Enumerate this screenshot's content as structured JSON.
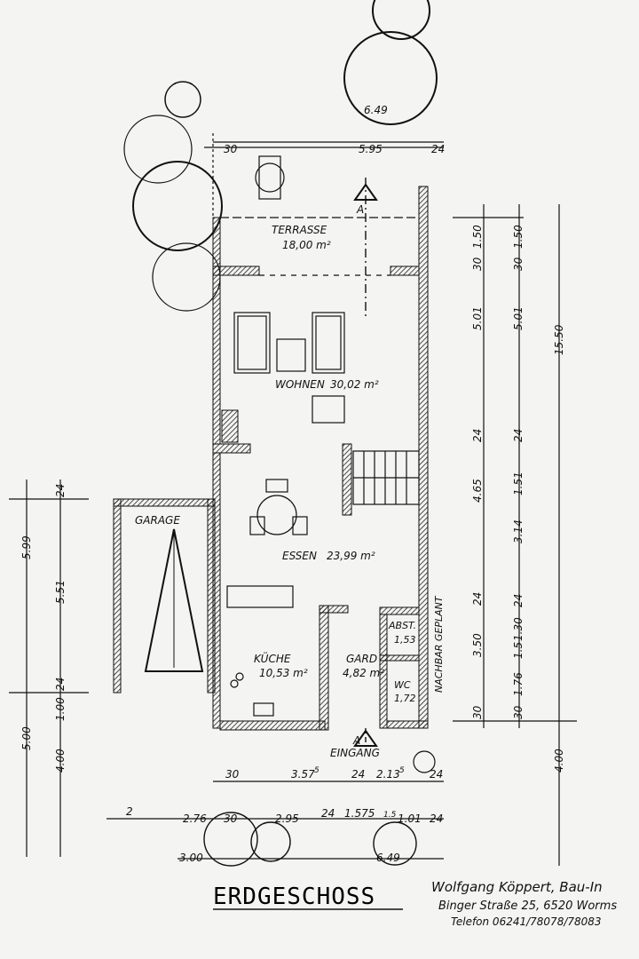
{
  "title": "ERDGESCHOSS",
  "architect": {
    "name": "Wolfgang Köppert, Bau-In",
    "address": "Binger Straße 25, 6520 Worms",
    "phone": "Telefon 06241/78078/78083"
  },
  "rooms": {
    "terrasse": {
      "name": "TERRASSE",
      "area": "18,00 m²"
    },
    "wohnen": {
      "name": "WOHNEN",
      "area": "30,02 m²"
    },
    "essen": {
      "name": "ESSEN",
      "area": "23,99 m²"
    },
    "kueche": {
      "name": "KÜCHE",
      "area": "10,53 m²"
    },
    "gard": {
      "name": "GARD",
      "area": "4,82 m²"
    },
    "abst": {
      "name": "ABST.",
      "area": "1,53"
    },
    "wc": {
      "name": "WC",
      "area": "1,72"
    },
    "garage": {
      "name": "GARAGE"
    },
    "eingang": {
      "name": "EINGANG"
    },
    "nachbar": {
      "name": "NACHBAR GEPLANT"
    }
  },
  "section_marker": "A",
  "tree_labels": {
    "top": "6.49",
    "bottom": "6.49"
  },
  "dimensions": {
    "top": {
      "a": "30",
      "b": "5.95",
      "c": "24"
    },
    "right_inner": [
      "1.50",
      "30",
      "5.01",
      "24",
      "1.51",
      "3.14",
      "24",
      "1.30",
      "1.5",
      "1.76",
      "30"
    ],
    "right_mid": [
      "1.50",
      "30",
      "5.01",
      "24",
      "4.65",
      "24",
      "3.50",
      "30"
    ],
    "right_outer": [
      "15.50",
      "4.00"
    ],
    "left_inner": [
      "24",
      "5.51",
      "24",
      "1.00",
      "4.00"
    ],
    "left_outer": [
      "5.99",
      "5.00"
    ],
    "bottom_row1": [
      "30",
      "3.57",
      "5",
      "24",
      "2.13",
      "5",
      "24"
    ],
    "bottom_row2": [
      "2",
      "2.76",
      "30",
      "2.95",
      "24",
      "1.575",
      "1.5",
      "1.01",
      "24"
    ],
    "bottom_row3": [
      "3.00"
    ]
  }
}
